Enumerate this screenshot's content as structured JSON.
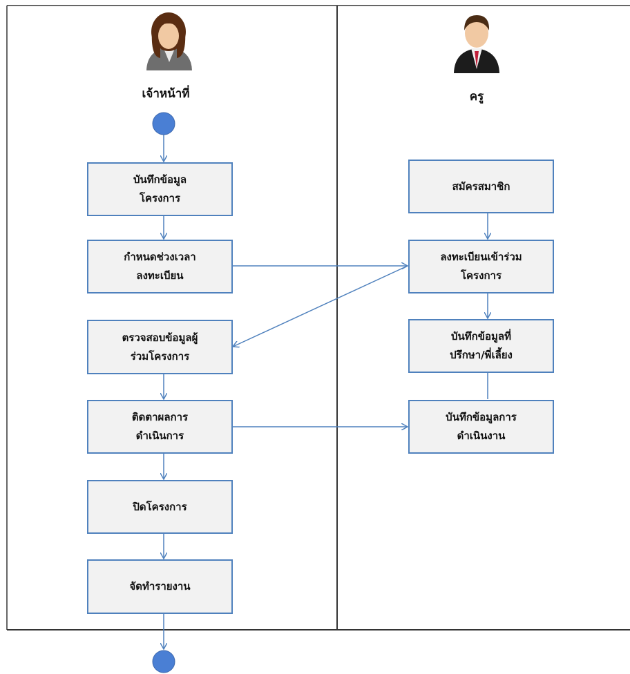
{
  "lanes": {
    "left": {
      "title": "เจ้าหน้าที่",
      "icon": "female-staff-avatar-icon"
    },
    "right": {
      "title": "ครู",
      "icon": "male-teacher-avatar-icon"
    }
  },
  "activities": {
    "record_project": "บันทึกข้อมูล\nโครงการ",
    "set_period": "กำหนดช่วงเวลา\nลงทะเบียน",
    "verify_participants": "ตรวจสอบข้อมูลผู้\nร่วมโครงการ",
    "track_results": "ติดตาผลการ\nดำเนินการ",
    "close_project": "ปิดโครงการ",
    "make_report": "จัดทำรายงาน",
    "apply_member": "สมัครสมาชิก",
    "register_join": "ลงทะเบียนเข้าร่วม\nโครงการ",
    "record_advisor": "บันทึกข้อมูลที่\nปรึกษา/พี่เลี้ยง",
    "record_operation": "บันทึกข้อมูลการ\nดำเนินงาน"
  },
  "colors": {
    "box_fill": "#f2f2f2",
    "box_border": "#4f81bd",
    "arrow": "#4f81bd",
    "node_fill": "#4a7fd4",
    "frame": "#333333"
  }
}
